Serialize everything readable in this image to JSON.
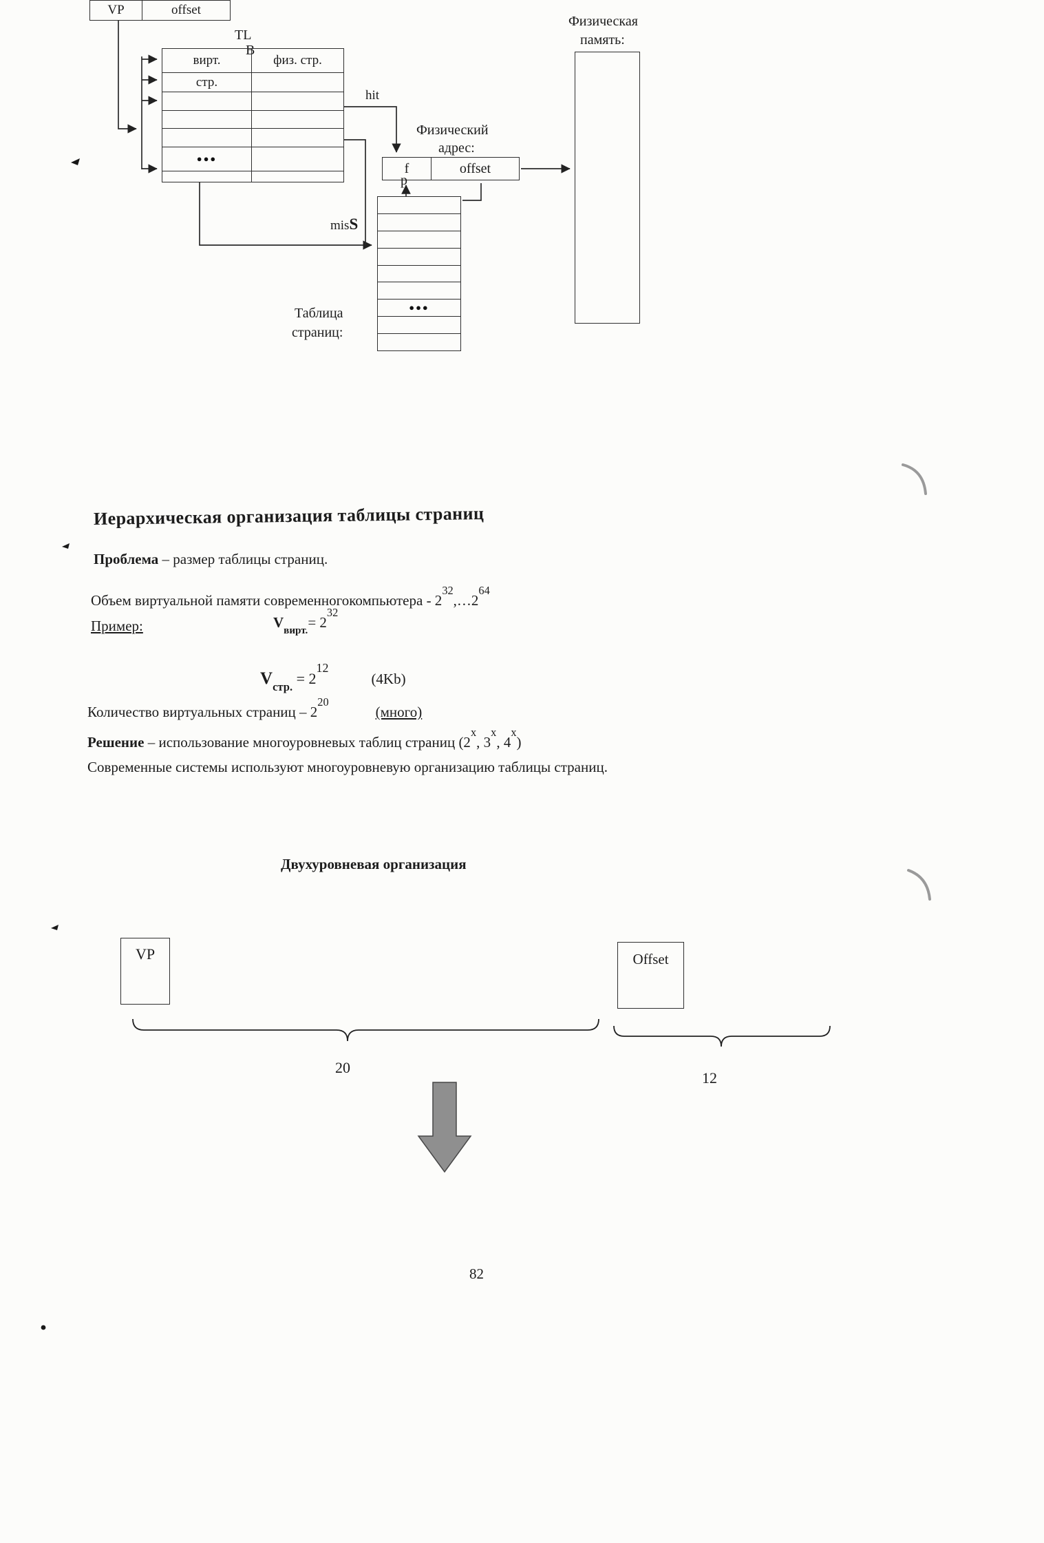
{
  "diagram": {
    "vp_box": {
      "vp": "VP",
      "offset": "offset"
    },
    "tlb_label": {
      "part1": "TL",
      "part2": "B"
    },
    "tlb_table": {
      "col1_header_line1": "вирт.",
      "col1_header_line2": "стр.",
      "col2_header": "физ. стр.",
      "dots": "●●●"
    },
    "hit_label": "hit",
    "miss_label_prefix": "mis",
    "miss_label_suffix": "S",
    "physical_address_label": {
      "line1": "Физический",
      "line2": "адрес:"
    },
    "physical_address_box": {
      "f": "f",
      "p": "p",
      "offset": "offset"
    },
    "physical_memory_label": {
      "line1": "Физическая",
      "line2": "память:"
    },
    "page_table_label": {
      "line1": "Таблица",
      "line2": "страниц:"
    },
    "page_table_dots": "●●●"
  },
  "hier": {
    "heading": "Иерархическая организация таблицы страниц",
    "problem": {
      "bold": "Проблема",
      "rest": " – размер таблицы страниц."
    },
    "volume": {
      "text": "Объем виртуальной памяти современногокомпьютера - 2",
      "sup1": "32",
      "mid": ",…2",
      "sup2": "64"
    },
    "example_label": "Пример:",
    "v_virt": {
      "base": "V",
      "sub": "вирт.",
      "eq": "= 2",
      "sup": "32"
    },
    "v_page": {
      "base": "V",
      "sub": "стр.",
      "eq": " = 2",
      "sup": "12",
      "note": "(4Kb)"
    },
    "count": {
      "text": "Количество виртуальных страниц – 2",
      "sup": "20",
      "note": "(много)"
    },
    "solution": {
      "bold": "Решение",
      "t1": " – использование многоуровневых таблиц страниц (2",
      "x1": "x",
      "t2": ", 3",
      "x2": "x",
      "t3": ", 4",
      "x3": "x",
      "t4": ")"
    },
    "modern": "Современные системы используют многоуровневую организацию таблицы страниц."
  },
  "two_level": {
    "heading": "Двухуровневая организация",
    "vp_label": "VP",
    "offset_label": "Offset",
    "bits_high": "20",
    "bits_low": "12"
  },
  "page_number": "82"
}
